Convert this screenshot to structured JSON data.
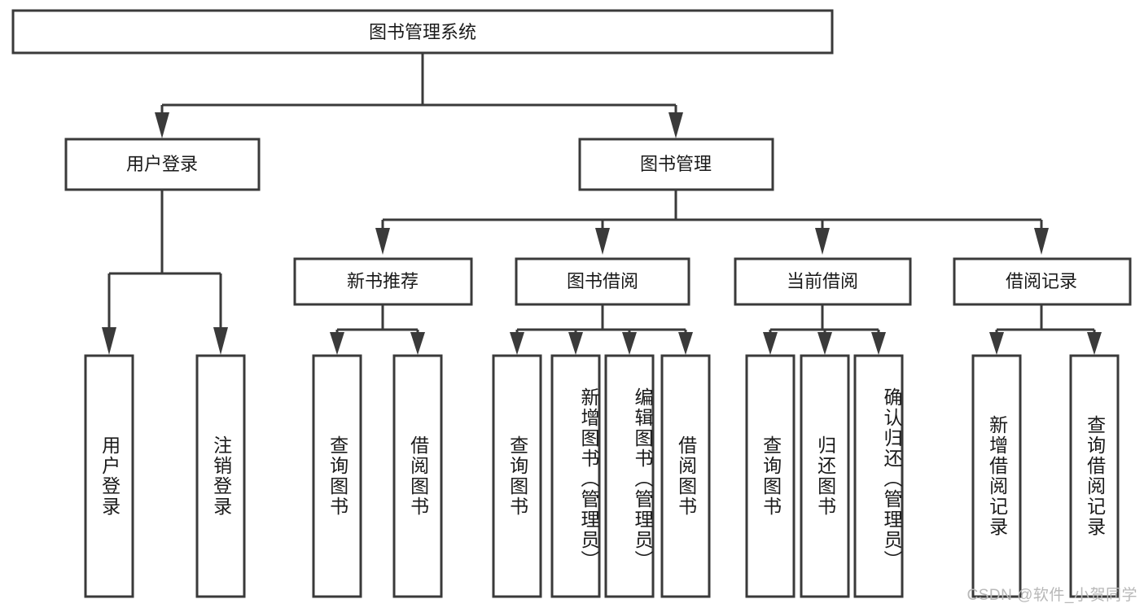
{
  "diagram": {
    "type": "hierarchy-tree",
    "title": "图书管理系统",
    "watermark": "CSDN @软件_小贺同学",
    "colors": {
      "box_stroke": "#3a3a3a",
      "box_fill": "#ffffff",
      "text": "#1a1a1a",
      "background": "#ffffff",
      "watermark": "#b8b8b8"
    },
    "root": {
      "label": "图书管理系统"
    },
    "level2": [
      {
        "label": "用户登录"
      },
      {
        "label": "图书管理"
      }
    ],
    "level3": [
      {
        "label": "新书推荐"
      },
      {
        "label": "图书借阅"
      },
      {
        "label": "当前借阅"
      },
      {
        "label": "借阅记录"
      }
    ],
    "leaves": {
      "user_login": [
        {
          "label": "用户登录"
        },
        {
          "label": "注销登录"
        }
      ],
      "new_book_recommend": [
        {
          "label": "查询图书"
        },
        {
          "label": "借阅图书"
        }
      ],
      "book_borrow": [
        {
          "label": "查询图书"
        },
        {
          "label": "新增图书（管理员）"
        },
        {
          "label": "编辑图书（管理员）"
        },
        {
          "label": "借阅图书"
        }
      ],
      "current_borrow": [
        {
          "label": "查询图书"
        },
        {
          "label": "归还图书"
        },
        {
          "label": "确认归还（管理员）"
        }
      ],
      "borrow_record": [
        {
          "label": "新增借阅记录"
        },
        {
          "label": "查询借阅记录"
        }
      ]
    }
  }
}
